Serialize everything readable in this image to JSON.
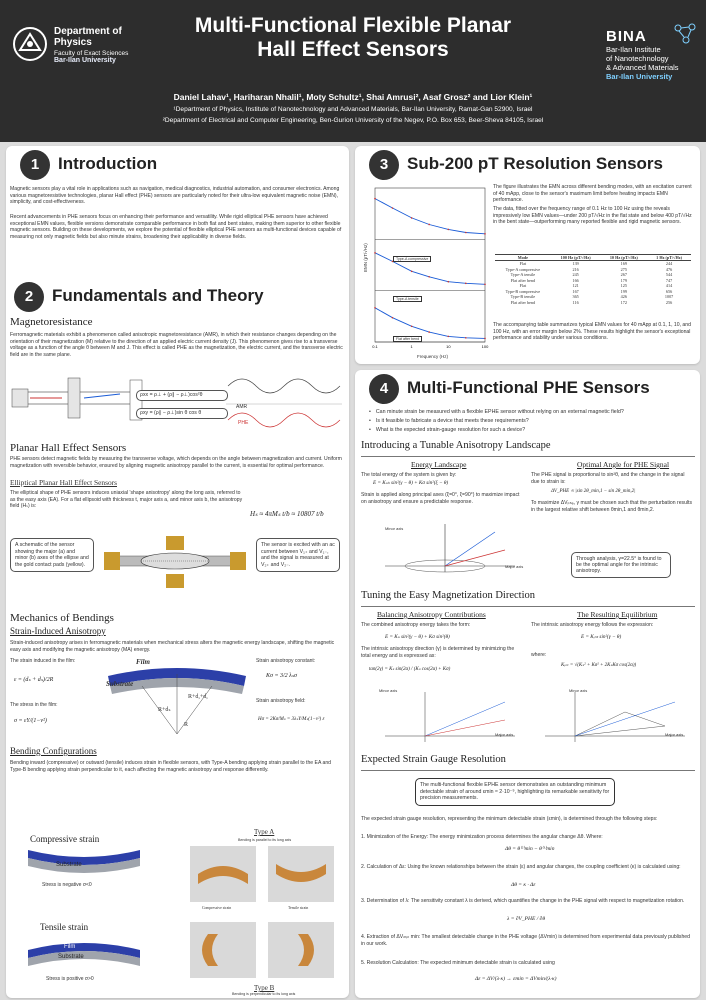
{
  "header": {
    "dept_line1": "Department of",
    "dept_line2": "Physics",
    "dept_sub": "Faculty of Exact Sciences",
    "dept_univ": "Bar-Ilan University",
    "title_l1": "Multi-Functional Flexible Planar",
    "title_l2": "Hall Effect Sensors",
    "bina_name": "BINA",
    "bina_l1": "Bar-Ilan Institute",
    "bina_l2": "of Nanotechnology",
    "bina_l3": "& Advanced Materials",
    "bina_l4": "Bar-Ilan University",
    "authors": "Daniel Lahav¹, Hariharan Nhalil¹, Moty Schultz¹, Shai Amrusi², Asaf Grosz² and Lior Klein¹",
    "aff1": "¹Department of Physics, Institute of Nanotechnology and Advanced Materials, Bar-Ilan University, Ramat-Gan 52900, Israel",
    "aff2": "²Department of Electrical and Computer Engineering, Ben-Gurion University of the Negev, P.O. Box 653, Beer-Sheva 84105, Israel"
  },
  "s1": {
    "num": "1",
    "title": "Introduction",
    "p1": "Magnetic sensors play a vital role in applications such as navigation, medical diagnostics, industrial automation, and consumer electronics. Among various magnetoresistive technologies, planar Hall effect (PHE) sensors are particularly noted for their ultra-low equivalent magnetic noise (EMN), simplicity, and cost-effectiveness.",
    "p2": "Recent advancements in PHE sensors focus on enhancing their performance and versatility. While rigid elliptical PHE sensors have achieved exceptional EMN values, flexible versions demonstrate comparable performance in both flat and bent states, making them superior to other flexible magnetic sensors. Building on these developments, we explore the potential of flexible elliptical PHE sensors as multi-functional devices capable of measuring not only magnetic fields but also minute strains, broadening their applicability in diverse fields."
  },
  "s2": {
    "num": "2",
    "title": "Fundamentals and Theory",
    "mr_title": "Magnetoresistance",
    "mr_text": "Ferromagnetic materials exhibit a phenomenon called anisotropic magnetoresistance (AMR), in which their resistance changes depending on the orientation of their magnetization (M) relative to the direction of an applied electric current density (J). This phenomenon gives rise to a transverse voltage as a function of the angle θ between M and J. This effect is called PHE as the magnetization, the electric current, and the transverse electric field are in the same plane.",
    "eq_xx": "ρxx = ρ⊥ + (ρ∥ − ρ⊥)cos²θ",
    "eq_xy": "ρxy = (ρ∥ − ρ⊥)sin θ cos θ",
    "amr": "AMR",
    "phe": "PHE",
    "phs_title": "Planar Hall Effect Sensors",
    "phs_text": "PHE sensors detect magnetic fields by measuring the transverse voltage, which depends on the angle between magnetization and current. Uniform magnetization with reversible behavior, ensured by aligning magnetic anisotropy parallel to the current, is essential for optimal performance.",
    "ephs_title": "Elliptical Planar Hall Effect Sensors",
    "ephs_text": "The elliptical shape of PHE sensors induces uniaxial 'shape anisotropy' along the long axis, referred to as the easy axis (EA). For a flat ellipsoid with thickness t, major axis a, and minor axis b, the anisotropy field (Hₛ) is:",
    "eq_hs": "Hₛ ≈ 4πMₛ t/b ≈ 10807 t/b",
    "box_left": "A schematic of the sensor showing the major (a) and minor (b) axes of the ellipse and the gold contact pads (yellow).",
    "box_right": "The sensor is excited with an ac current between V₁₊ and V₁₋, and the signal is measured at V₂₊ and V₂₋.",
    "mob_title": "Mechanics of Bendings",
    "sia_title": "Strain-Induced Anisotropy",
    "sia_text": "Strain-induced anisotropy arises in ferromagnetic materials when mechanical stress alters the magnetic energy landscape, shifting the magnetic easy axis and modifying the magnetic anisotropy (MA) energy.",
    "strain_lbl": "The strain induced in the film:",
    "eq_strain": "ε = (dₛ + dₛ)/2R",
    "stress_lbl": "The stress in the film:",
    "eq_stress": "σ = εY/(1−ν²)",
    "aniso_lbl": "Strain anisotropy constant:",
    "eq_kσ": "Kσ = 3/2 λₛσ",
    "field_lbl": "Strain anisotropy field:",
    "eq_hσ": "Hσ = 2Kσ/Mₛ = 3λₛY/Mₛ(1−ν²) ε",
    "film": "Film",
    "substrate": "Substrate",
    "r_lbl": "R",
    "rd_lbl": "R+dₛ",
    "rdd_lbl": "R+d,+d,",
    "bc_title": "Bending Configurations",
    "bc_text": "Bending inward (compressive) or outward (tensile) induces strain in flexible sensors, with Type-A bending applying strain parallel to the EA and Type-B bending applying strain perpendicular to it, each affecting the magnetic anisotropy and response differently.",
    "comp_title": "Compressive strain",
    "comp_note": "Stress is negative σ<0",
    "tens_title": "Tensile strain",
    "tens_note": "Stress is positive σ>0",
    "typeA": "Type A",
    "typeA_note": "Bending is parallel to its long axis",
    "typeB": "Type B",
    "typeB_note": "Bending is perpendicular to its long axis",
    "comp_small": "Compressive strain",
    "tens_small": "Tensile strain"
  },
  "s3": {
    "num": "3",
    "title": "Sub-200 pT Resolution Sensors",
    "p1": "The figure illustrates the EMN across different bending modes, with an excitation current of 40 mApp, close to the sensor's maximum limit before heating impacts EMN performance.",
    "p2": "The data, fitted over the frequency range of 0.1 Hz to 100 Hz using the reveals impressively low EMN values—under 200 pT/√Hz in the flat state and below 400 pT/√Hz in the bent state—outperforming many reported flexible and rigid magnetic sensors.",
    "p3": "The accompanying table summarizes typical EMN values for 40 mApp at 0.1, 1, 10, and 100 Hz, with an error margin below 2%. These results highlight the sensor's exceptional performance and stability under various conditions.",
    "ylabel": "EMN (pT/√Hz)",
    "xlabel": "Frequency (Hz)",
    "leg1": "Type-A compressive",
    "leg2": "Type-A tensile",
    "leg3": "Flat after bend",
    "table": {
      "headers": [
        "Mode",
        "100 Hz (pT/√Hz)",
        "10 Hz (pT/√Hz)",
        "1 Hz (pT/√Hz)"
      ],
      "rows": [
        [
          "Flat",
          "139",
          "169",
          "244"
        ],
        [
          "Type-A compressive",
          "216",
          "275",
          "476"
        ],
        [
          "Type-A tensile",
          "245",
          "267",
          "544"
        ],
        [
          "Flat after bend",
          "166",
          "179",
          "747"
        ],
        [
          "Flat",
          "121",
          "125",
          "414"
        ],
        [
          "Type-B compressive",
          "167",
          "199",
          "656"
        ],
        [
          "Type-B tensile",
          "365",
          "426",
          "1007"
        ],
        [
          "Flat after bend",
          "116",
          "172",
          "256"
        ]
      ]
    }
  },
  "s4": {
    "num": "4",
    "title": "Multi-Functional PHE Sensors",
    "q1": "Can minute strain be measured with a flexible EPHE sensor without relying on an external magnetic field?",
    "q2": "Is it feasible to fabricate a device that meets these requirements?",
    "q3": "What is the expected strain-gauge resolution for such a device?",
    "tal_title": "Introducing a Tunable Anisotropy Landscape",
    "el_title": "Energy Landscape",
    "el_text": "The total energy of the system is given by:",
    "eq_energy": "E = Kₛₕ sin²(γ − θ) + Kσ sin²(ξ − θ)",
    "el_text2": "Strain is applied along principal axes (ξ=0°, ξ=90°) to maximize impact on anisotropy and ensure a predictable response.",
    "oa_title": "Optimal Angle for PHE Signal",
    "oa_text": "The PHE signal is proportional to sin²θ, and the change in the signal due to strain is:",
    "eq_dvphe": "ΔV_PHE ∝ |sin 2θ_min,1 − sin 2θ_min,2|",
    "oa_text2": "To maximize ΔVₚₕₑ, γ must be chosen such that the perturbation results in the largest relative shift between θmin,1 and θmin,2.",
    "oa_box": "Through analysis, γ=22.5° is found to be the optimal angle for the intrinsic anisotropy.",
    "easy_axis": "Easy axis",
    "minor_axis": "Minor axis",
    "major_axis": "Major axis",
    "tem_title": "Tuning the Easy Magnetization Direction",
    "bac_title": "Balancing Anisotropy Contributions",
    "bac_text": "The combined anisotropy energy takes the form:",
    "eq_comb": "E = Kₛ sin²(γ − θ) + Kσ sin²(θ)",
    "bac_text2": "The intrinsic anisotropy direction (γ) is determined by minimizing the total energy and is expressed as:",
    "eq_tan": "tan(2γ) = Kₛ sin(2α) / (Kₛ cos(2α) + Kσ)",
    "re_title": "The Resulting Equilibrium",
    "re_text": "The intrinsic anisotropy energy follows the expression:",
    "eq_int": "E = Kᵢₙₜ sin²(γ − θ)",
    "re_where": "where:",
    "eq_kint": "Kᵢₙₜ = √(Kₛ² + Kσ² + 2KₛKσ cos(2α))",
    "esr_title": "Expected Strain Gauge Resolution",
    "esr_box": "The multi-functional flexible EPHE sensor demonstrates an outstanding minimum detectable strain of around εmin ≈ 2·10⁻⁹, highlighting its remarkable sensitivity for precision measurements.",
    "esr_intro": "The expected strain gauge resolution, representing the minimum detectable strain (εmin), is determined through the following steps:",
    "step1": "1.  Minimization of the Energy: The energy minimization process determines the angular change Δθ. Where:",
    "eq1": "Δθ = θ⁽²⁾min − θ⁽¹⁾min",
    "step2": "2.  Calculation of Δε: Using the known relationships between the strain (ε) and angular changes, the coupling coefficient (κ) is calculated using:",
    "eq2": "Δθ = κ · Δε",
    "step3": "3.  Determination of λ: The sensitivity constant λ is derived, which quantifies the change in the PHE signal with respect to magnetization rotation.",
    "eq3": "λ = ∂V_PHE / ∂θ",
    "step4": "4.  Extraction of ΔVₘᵢₙ min: The smallest detectable change in the PHE voltage (ΔVmin) is determined from experimental data previously published in our work.",
    "step5": "5.  Resolution Calculation: The expected minimum detectable strain is calculated using",
    "eq5": "Δε = ΔV/(λ·κ) → εmin = ΔVmin/(λ·κ)"
  },
  "colors": {
    "header_bg": "#2d2d2d",
    "page_bg": "#dcdcdc",
    "accent": "#1a5bd6",
    "gold": "#c99a2e",
    "film": "#2c3fa8",
    "substrate": "#9fa4ac"
  },
  "chart_data": {
    "type": "line",
    "title": "",
    "xlabel": "Frequency (Hz)",
    "ylabel": "EMN (pT/√Hz)",
    "xscale": "log",
    "yscale": "log",
    "xlim": [
      0.1,
      100
    ],
    "ylim": [
      100,
      100000
    ],
    "x": [
      0.1,
      0.3,
      1,
      3,
      10,
      30,
      100
    ],
    "series": [
      {
        "name": "Type-A compressive",
        "values": [
          30000,
          8000,
          2000,
          800,
          400,
          260,
          216
        ]
      },
      {
        "name": "Type-A tensile",
        "values": [
          20000,
          6000,
          1500,
          700,
          350,
          280,
          245
        ]
      },
      {
        "name": "Flat after bend",
        "values": [
          12000,
          3000,
          900,
          400,
          220,
          180,
          166
        ]
      }
    ]
  }
}
